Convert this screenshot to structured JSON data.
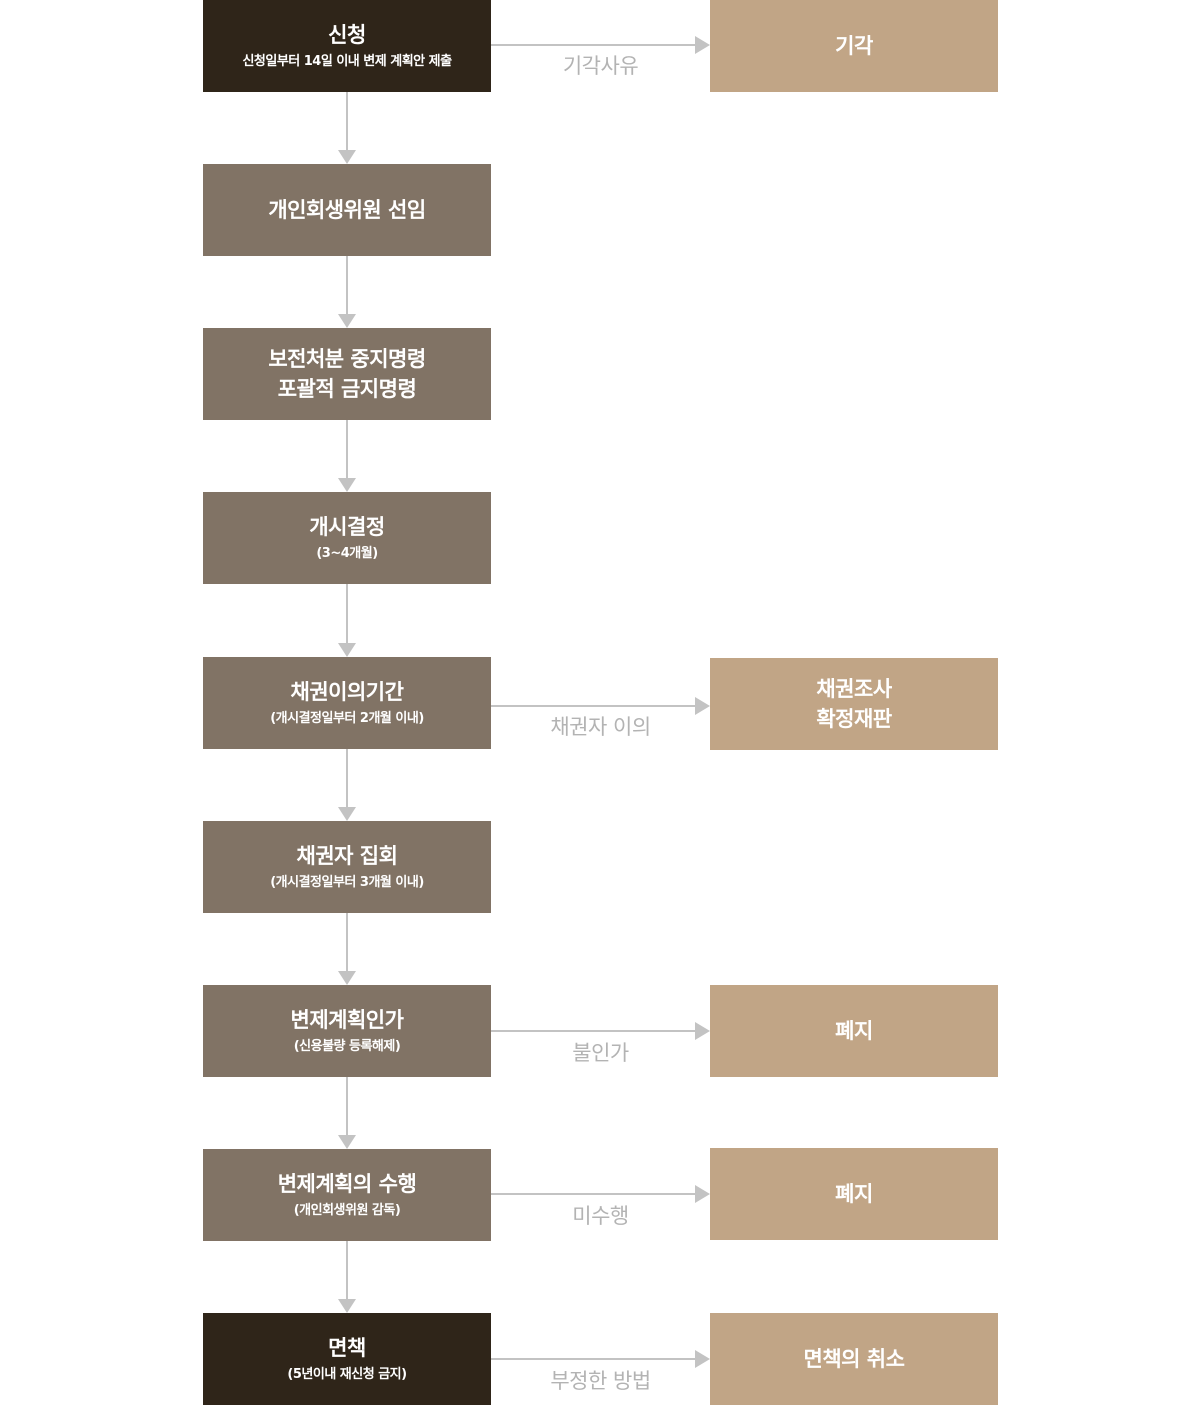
{
  "steps": [
    {
      "title": "신청",
      "sub": "신청일부터 14일 이내 변제 계획안 제출"
    },
    {
      "title": "개인회생위원 선임",
      "sub": ""
    },
    {
      "title": "보전처분 중지명령\n포괄적 금지명령",
      "sub": ""
    },
    {
      "title": "개시결정",
      "sub": "(3~4개월)"
    },
    {
      "title": "채권이의기간",
      "sub": "(개시결정일부터 2개월 이내)"
    },
    {
      "title": "채권자 집회",
      "sub": "(개시결정일부터 3개월 이내)"
    },
    {
      "title": "변제계획인가",
      "sub": "(신용불량 등록해제)"
    },
    {
      "title": "변제계획의 수행",
      "sub": "(개인회생위원 감독)"
    },
    {
      "title": "면책",
      "sub": "(5년이내 재신청 금지)"
    }
  ],
  "branches": [
    {
      "from_step": 0,
      "label": "기각사유",
      "target": "기각"
    },
    {
      "from_step": 4,
      "label": "채권자 이의",
      "target": "채권조사\n확정재판"
    },
    {
      "from_step": 6,
      "label": "불인가",
      "target": "폐지"
    },
    {
      "from_step": 7,
      "label": "미수행",
      "target": "폐지"
    },
    {
      "from_step": 8,
      "label": "부정한 방법",
      "target": "면책의 취소"
    }
  ],
  "colors": {
    "dark_box": "#2f2519",
    "main_box": "#817365",
    "side_box": "#c1a586",
    "connector": "#c3c3c3",
    "label_text": "#b3b3b3"
  }
}
